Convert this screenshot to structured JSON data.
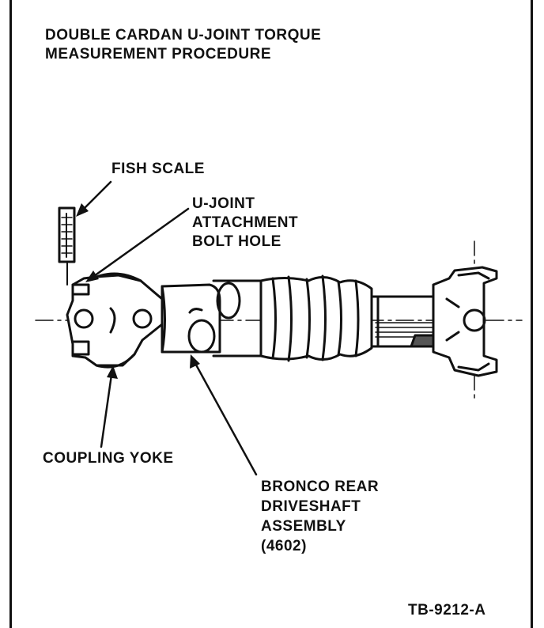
{
  "title": {
    "line1": "DOUBLE CARDAN U-JOINT TORQUE",
    "line2": "MEASUREMENT PROCEDURE"
  },
  "labels": {
    "fish_scale": "FISH SCALE",
    "ujoint_bolt_hole": [
      "U-JOINT",
      "ATTACHMENT",
      "BOLT HOLE"
    ],
    "coupling_yoke": "COUPLING YOKE",
    "driveshaft": [
      "BRONCO REAR",
      "DRIVESHAFT",
      "ASSEMBLY",
      "(4602)"
    ]
  },
  "figure_id": "TB-9212-A",
  "colors": {
    "ink": "#111111",
    "paper": "#ffffff"
  }
}
